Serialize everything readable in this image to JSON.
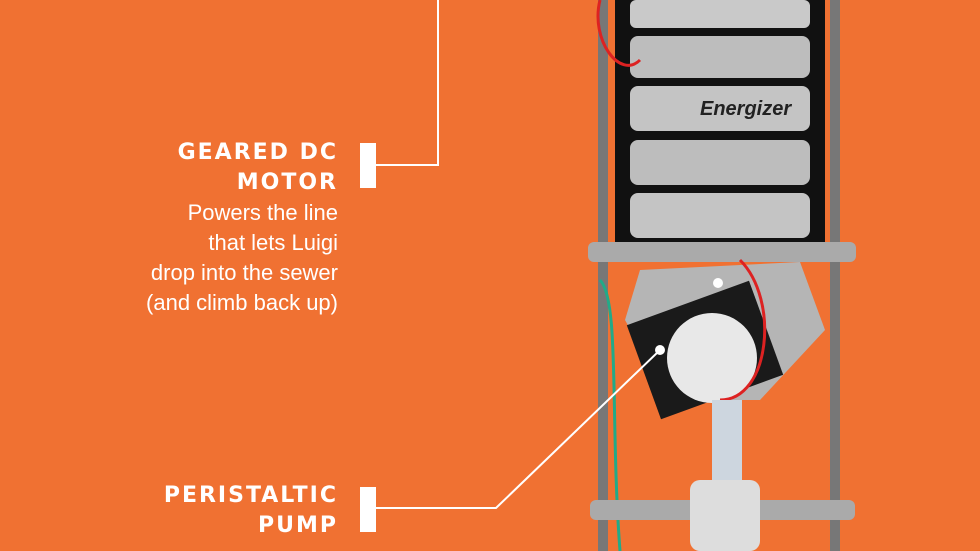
{
  "callouts": [
    {
      "title_line1": "GEARED DC",
      "title_line2": "MOTOR",
      "description": [
        "Powers the line",
        "that lets Luigi",
        "drop into the sewer",
        "(and climb back up)"
      ]
    },
    {
      "title_line1": "PERISTALTIC",
      "title_line2": "PUMP"
    }
  ],
  "battery_brand": "Energizer",
  "colors": {
    "background": "#F07132",
    "text": "#FFFFFF"
  }
}
